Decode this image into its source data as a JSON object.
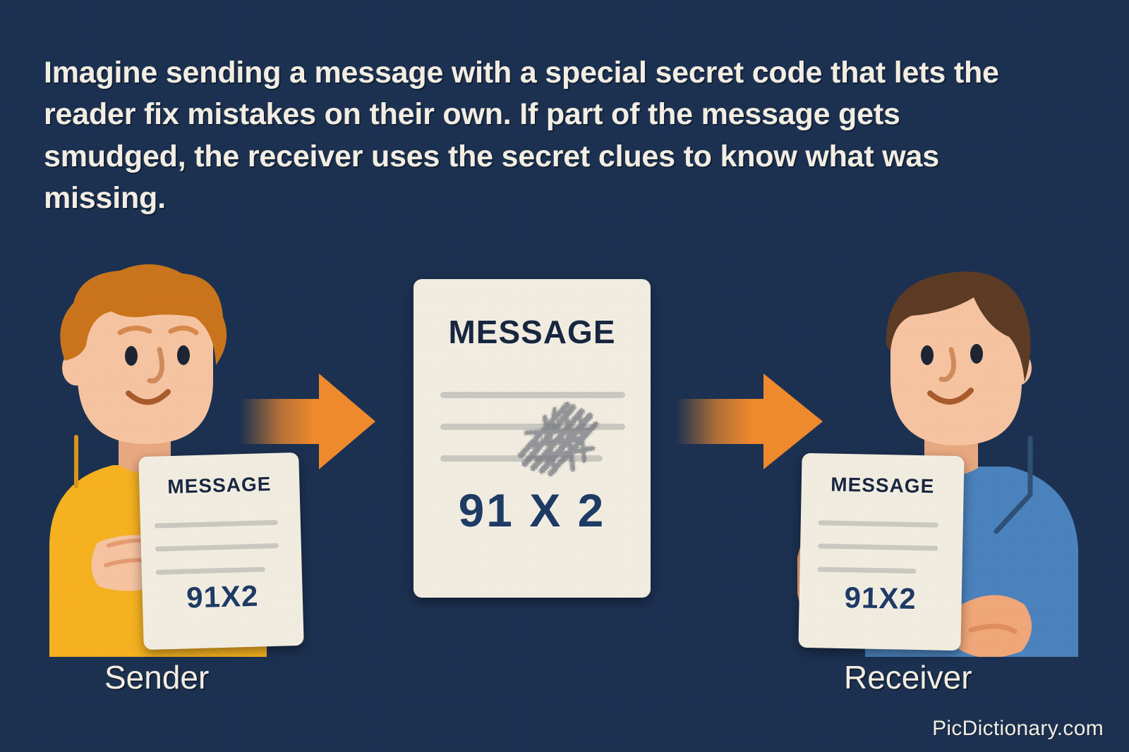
{
  "background_color": "#1b3050",
  "caption": {
    "text": "Imagine sending a message with a special secret code that lets the reader fix mistakes on their own. If part of the message gets smudged, the receiver uses the secret clues to know what was missing.",
    "color": "#f3eee3"
  },
  "colors": {
    "background": "#1b3050",
    "paper": "#f1ece0",
    "ink_navy": "#17253f",
    "code_navy": "#1d3a63",
    "arrow_orange": "#f0892c",
    "sender_shirt": "#f5b11f",
    "receiver_shirt": "#4a82bd",
    "sender_hair": "#c9741b",
    "receiver_hair": "#5c3a24",
    "skin": "#f5c3a0",
    "rule_gray": "#c9c8c0",
    "smudge_gray": "#7e8086"
  },
  "sender": {
    "role_label": "Sender",
    "card": {
      "title": "MESSAGE",
      "code": "91X2",
      "rule_count": 3
    }
  },
  "transmitted": {
    "card": {
      "title": "MESSAGE",
      "code": "91 X 2",
      "rule_count": 3,
      "smudge": "pencil-scribble-smudge"
    }
  },
  "receiver": {
    "role_label": "Receiver",
    "card": {
      "title": "MESSAGE",
      "code": "91X2",
      "rule_count": 3
    }
  },
  "arrows": [
    {
      "name": "arrow-sender-to-message",
      "direction": "right"
    },
    {
      "name": "arrow-message-to-receiver",
      "direction": "right"
    }
  ],
  "watermark": "PicDictionary.com"
}
